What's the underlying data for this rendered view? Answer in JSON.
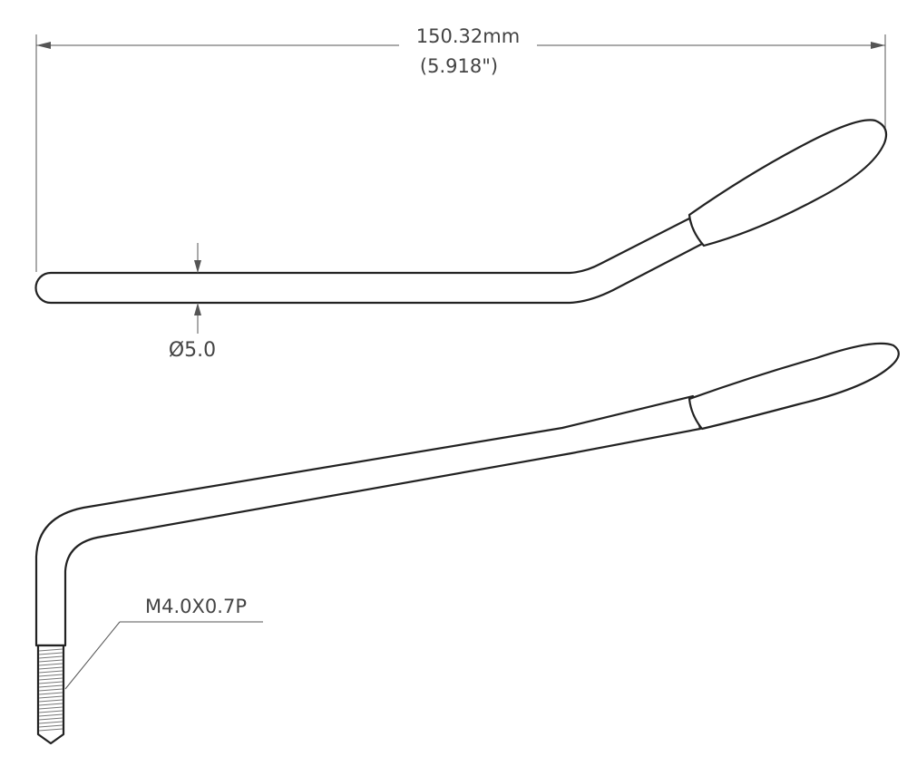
{
  "dimensions": {
    "length_mm": "150.32mm",
    "length_in": "(5.918\")",
    "diameter": "Ø5.0",
    "thread": "M4.0X0.7P"
  },
  "colors": {
    "line": "#222222",
    "dimension": "#555555",
    "text": "#444444"
  }
}
